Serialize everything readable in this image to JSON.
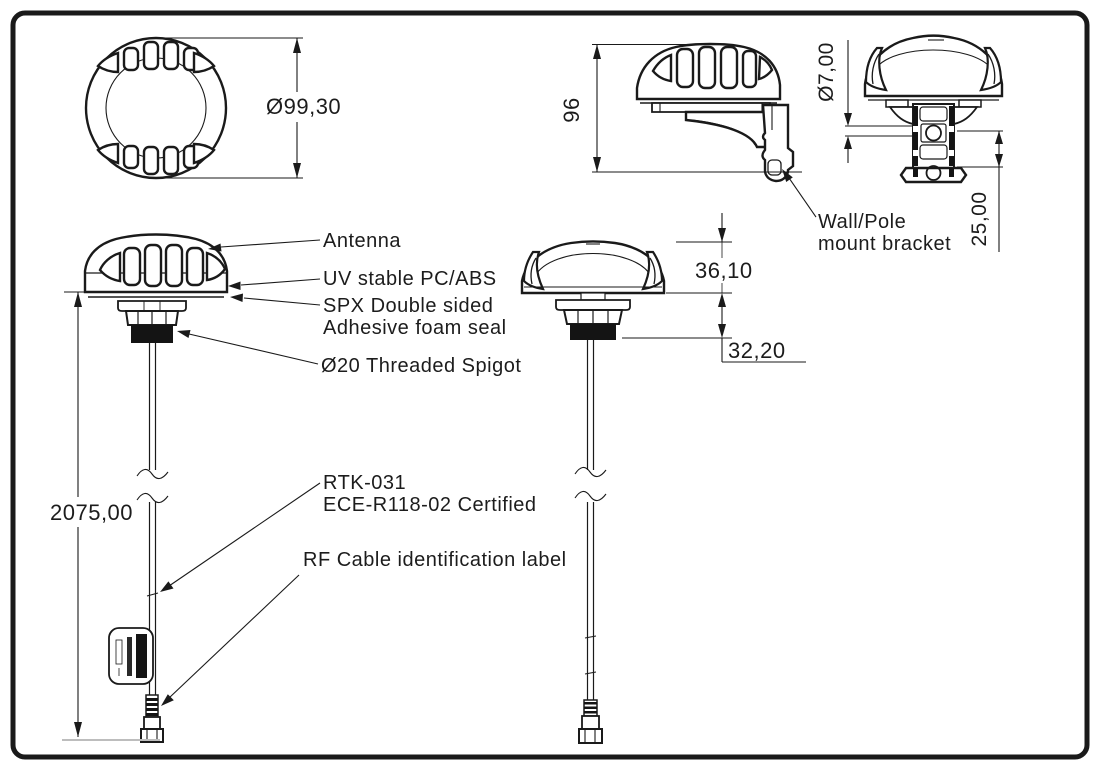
{
  "meta": {
    "kind": "technical-drawing",
    "product_code": "RTK-031"
  },
  "palette": {
    "line": "#1a1a1a",
    "text": "#1c1c1c",
    "border": "#d9d9d9",
    "ground": "#bdbdbd"
  },
  "views": {
    "top": {
      "dim_outer_diameter": "Ø99,30"
    },
    "bracket_side": {
      "dim_overall_height": "96"
    },
    "bracket_front": {
      "dim_mount_hole_diameter": "Ø7,00",
      "dim_mount_hole_pitch": "25,00",
      "callout_bracket_line1": "Wall/Pole",
      "callout_bracket_line2": "mount bracket"
    },
    "side": {
      "dim_cable_length": "2075,00",
      "callout_antenna": "Antenna",
      "callout_radome": "UV stable PC/ABS",
      "callout_seal_line1": "SPX Double sided",
      "callout_seal_line2": "Adhesive foam seal",
      "callout_spigot": "Ø20 Threaded Spigot",
      "callout_model": "RTK-031",
      "callout_certification": "ECE-R118-02 Certified",
      "callout_rf_label": "RF Cable identification label"
    },
    "front": {
      "dim_radome_height": "36,10",
      "dim_spigot_height": "32,20"
    }
  }
}
